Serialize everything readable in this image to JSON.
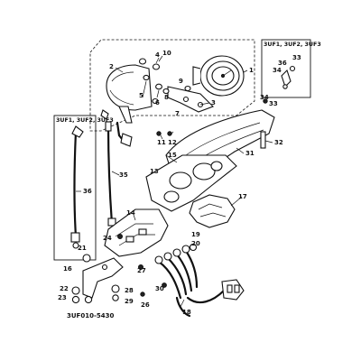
{
  "diagram": {
    "drawing_code": "3UF010-5430",
    "insets": [
      {
        "id": "inset-top-right",
        "label": "3UF1, 3UF2, 3UF3"
      },
      {
        "id": "inset-left",
        "label": "3UF1, 3UF2, 3UF3"
      }
    ],
    "callouts": [
      {
        "id": "c1",
        "text": "1"
      },
      {
        "id": "c2",
        "text": "2"
      },
      {
        "id": "c3",
        "text": "3"
      },
      {
        "id": "c4",
        "text": "4"
      },
      {
        "id": "c5",
        "text": "5"
      },
      {
        "id": "c6",
        "text": "6"
      },
      {
        "id": "c7",
        "text": "7"
      },
      {
        "id": "c8",
        "text": "8"
      },
      {
        "id": "c9",
        "text": "9"
      },
      {
        "id": "c10",
        "text": "10"
      },
      {
        "id": "c11",
        "text": "11"
      },
      {
        "id": "c12",
        "text": "12"
      },
      {
        "id": "c13",
        "text": "13"
      },
      {
        "id": "c14",
        "text": "14"
      },
      {
        "id": "c15",
        "text": "15"
      },
      {
        "id": "c16",
        "text": "16"
      },
      {
        "id": "c17",
        "text": "17"
      },
      {
        "id": "c18",
        "text": "18"
      },
      {
        "id": "c19",
        "text": "19"
      },
      {
        "id": "c20",
        "text": "20"
      },
      {
        "id": "c21",
        "text": "21"
      },
      {
        "id": "c22",
        "text": "22"
      },
      {
        "id": "c23",
        "text": "23"
      },
      {
        "id": "c24",
        "text": "24"
      },
      {
        "id": "c26",
        "text": "26"
      },
      {
        "id": "c27",
        "text": "27"
      },
      {
        "id": "c28",
        "text": "28"
      },
      {
        "id": "c29",
        "text": "29"
      },
      {
        "id": "c30",
        "text": "30"
      },
      {
        "id": "c31",
        "text": "31"
      },
      {
        "id": "c32",
        "text": "32"
      },
      {
        "id": "c33",
        "text": "33"
      },
      {
        "id": "c34",
        "text": "34"
      },
      {
        "id": "c35",
        "text": "35"
      },
      {
        "id": "c36",
        "text": "36"
      },
      {
        "id": "c33b",
        "text": "33"
      },
      {
        "id": "c34b",
        "text": "34"
      },
      {
        "id": "c36b",
        "text": "36"
      }
    ]
  }
}
